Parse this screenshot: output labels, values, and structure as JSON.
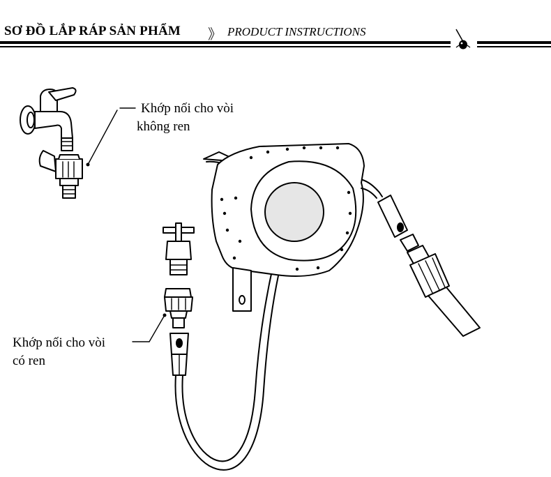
{
  "header": {
    "title_vn": "SƠ ĐỒ LẮP RÁP SẢN PHẨM",
    "separator": "》",
    "title_en": "PRODUCT INSTRUCTIONS",
    "mark_icon": "bug-icon"
  },
  "callouts": {
    "unthreaded_line1": "Khớp nối cho vòi",
    "unthreaded_line2": "không ren",
    "threaded_line1": "Khớp nối cho vòi",
    "threaded_line2": "có ren"
  },
  "colors": {
    "line": "#000000",
    "window_fill": "#e6e6e6",
    "background": "#ffffff"
  }
}
